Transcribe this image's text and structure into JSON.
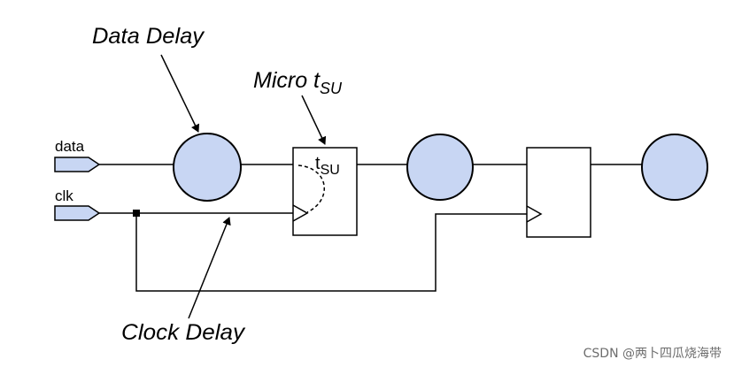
{
  "labels": {
    "data_delay": "Data Delay",
    "micro_prefix": "Micro t",
    "micro_sub": "SU",
    "tsu_t": "t",
    "tsu_sub": "SU",
    "clock_delay": "Clock Delay"
  },
  "ports": {
    "data": "data",
    "clk": "clk"
  },
  "watermark": "CSDN @两卜四瓜烧海带",
  "colors": {
    "node_fill": "#c8d6f3",
    "port_fill": "#c8d6f3",
    "line": "#000000"
  }
}
